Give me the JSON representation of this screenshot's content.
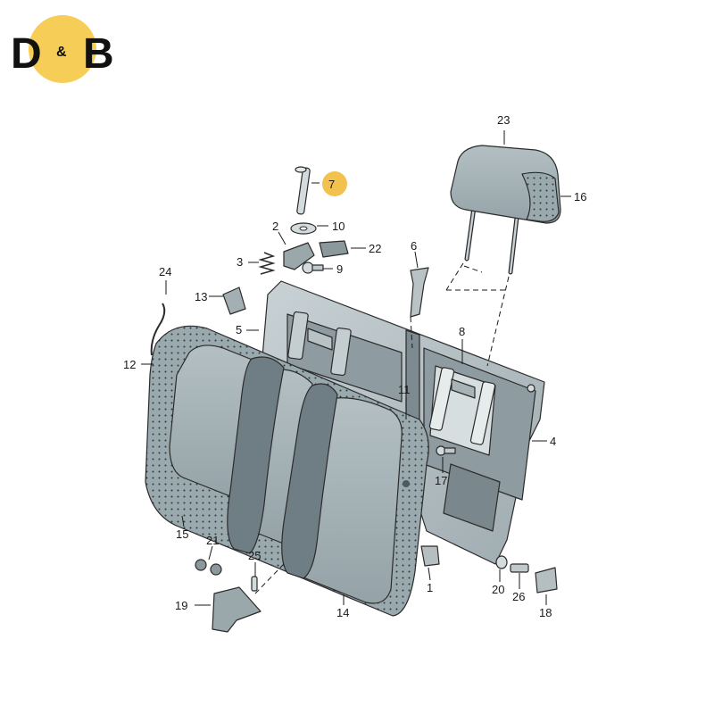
{
  "logo": {
    "left": "D",
    "middle": "&",
    "right": "B",
    "accent": "#F5CD57"
  },
  "highlight_color": "#F2C14E",
  "highlighted_label": "7",
  "callouts": {
    "c1": "1",
    "c2": "2",
    "c3": "3",
    "c4": "4",
    "c5": "5",
    "c6": "6",
    "c7": "7",
    "c8": "8",
    "c9": "9",
    "c10": "10",
    "c11": "11",
    "c12": "12",
    "c13": "13",
    "c14": "14",
    "c15": "15",
    "c16": "16",
    "c17": "17",
    "c18": "18",
    "c19": "19",
    "c20": "20",
    "c21": "21",
    "c22": "22",
    "c23": "23",
    "c24": "24",
    "c25": "25",
    "c26": "26"
  }
}
